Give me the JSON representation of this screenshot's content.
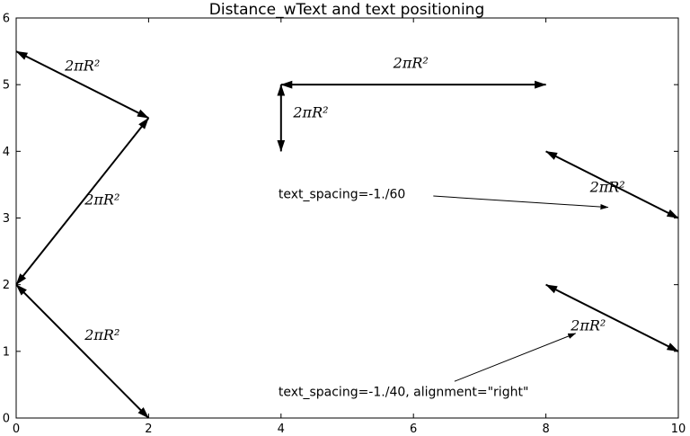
{
  "chart_data": {
    "type": "line",
    "title": "Distance_wText and text positioning",
    "xlim": [
      0,
      10
    ],
    "ylim": [
      0,
      6
    ],
    "xticks": [
      "0",
      "2",
      "4",
      "6",
      "8",
      "10"
    ],
    "xtick_values": [
      0,
      2,
      4,
      6,
      8,
      10
    ],
    "yticks": [
      "0",
      "1",
      "2",
      "3",
      "4",
      "5",
      "6"
    ],
    "ytick_values": [
      0,
      1,
      2,
      3,
      4,
      5,
      6
    ],
    "grid": false,
    "legend": "none",
    "axis_color": "#000000",
    "arrow_color": "#000000",
    "arrows": [
      {
        "x1": 0,
        "y1": 5.5,
        "x2": 2,
        "y2": 4.5,
        "double": true,
        "label": "2πR²",
        "label_x": 1.0,
        "label_y": 5.28
      },
      {
        "x1": 2,
        "y1": 4.5,
        "x2": 0,
        "y2": 2,
        "double": true,
        "label": "2πR²",
        "label_x": 1.3,
        "label_y": 3.27
      },
      {
        "x1": 0,
        "y1": 2,
        "x2": 2,
        "y2": 0,
        "double": true,
        "label": "2πR²",
        "label_x": 1.3,
        "label_y": 1.24
      },
      {
        "x1": 4,
        "y1": 5,
        "x2": 8,
        "y2": 5,
        "double": true,
        "label": "2πR²",
        "label_x": 5.96,
        "label_y": 5.32
      },
      {
        "x1": 4,
        "y1": 5,
        "x2": 4,
        "y2": 4,
        "double": true,
        "label": "2πR²",
        "label_x": 4.45,
        "label_y": 4.58
      },
      {
        "x1": 8,
        "y1": 4,
        "x2": 10,
        "y2": 3,
        "double": true,
        "label": "2πR²",
        "label_x": 8.93,
        "label_y": 3.46
      },
      {
        "x1": 8,
        "y1": 2,
        "x2": 10,
        "y2": 1,
        "double": true,
        "label": "2πR²",
        "label_x": 8.64,
        "label_y": 1.38
      }
    ],
    "annotations": [
      {
        "text": "text_spacing=-1./60",
        "text_x": 3.96,
        "text_y": 3.3,
        "align": "left",
        "arrow": {
          "x1": 6.3,
          "y1": 3.33,
          "x2": 8.94,
          "y2": 3.16
        }
      },
      {
        "text": "text_spacing=-1./40, alignment=\"right\"",
        "text_x": 3.96,
        "text_y": 0.33,
        "align": "left",
        "arrow": {
          "x1": 6.62,
          "y1": 0.55,
          "x2": 8.45,
          "y2": 1.27
        }
      }
    ]
  }
}
